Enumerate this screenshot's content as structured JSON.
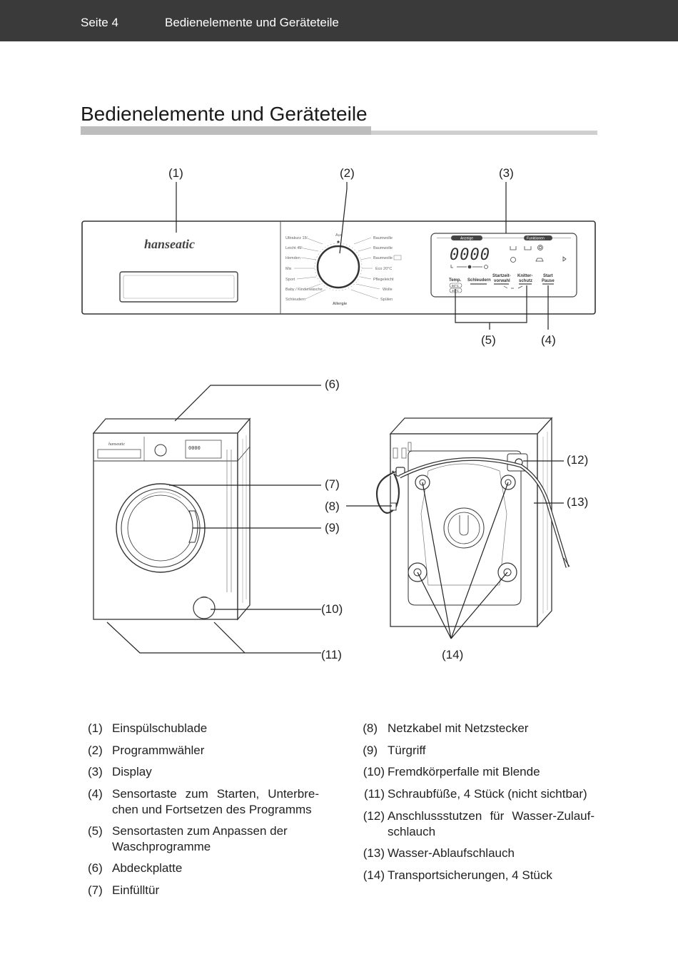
{
  "header": {
    "page_number": "Seite 4",
    "section": "Bedienelemente und Geräteteile"
  },
  "title": "Bedienelemente und Geräteteile",
  "callouts": {
    "c1": "(1)",
    "c2": "(2)",
    "c3": "(3)",
    "c4": "(4)",
    "c5": "(5)",
    "c6": "(6)",
    "c7": "(7)",
    "c8": "(8)",
    "c9": "(9)",
    "c10": "(10)",
    "c11": "(11)",
    "c12": "(12)",
    "c13": "(13)",
    "c14": "(14)"
  },
  "panel": {
    "brand": "hanseatic",
    "program_labels_left": [
      "Ultrakurz 15'",
      "Leicht 45'",
      "Hemden",
      "Mix",
      "Sport",
      "Baby / Kinderwäsche",
      "Schleudern"
    ],
    "program_labels_right": [
      "Baumwolle",
      "Baumwolle",
      "Baumwolle",
      "Eco 20°C",
      "Pflegeleicht",
      "Wolle",
      "Spülen"
    ],
    "dial_top": "Aus",
    "dial_bottom": "Allergie",
    "display_tab_left": "Anzeige",
    "display_tab_right": "Funktionen",
    "display_digits": "0000",
    "buttons": [
      "Temp.",
      "Schleudern",
      "Startzeit-",
      "vorwahl",
      "Knitter-",
      "schutz",
      "Start",
      "Pause"
    ],
    "temp_values": [
      "60°C",
      "40°C"
    ]
  },
  "legend_left": [
    {
      "num": "(1)",
      "text": "Einspülschublade"
    },
    {
      "num": "(2)",
      "text": "Programmwähler"
    },
    {
      "num": "(3)",
      "text": "Display"
    },
    {
      "num": "(4)",
      "text": "Sensortaste zum Starten, Unterbre-chen und Fortsetzen des Programms"
    },
    {
      "num": "(5)",
      "text": "Sensortasten zum Anpassen der Waschprogramme"
    },
    {
      "num": "(6)",
      "text": "Abdeckplatte"
    },
    {
      "num": "(7)",
      "text": "Einfülltür"
    }
  ],
  "legend_right": [
    {
      "num": "(8)",
      "text": "Netzkabel mit Netzstecker"
    },
    {
      "num": "(9)",
      "text": "Türgriff"
    },
    {
      "num": "(10)",
      "text": "Fremdkörperfalle mit Blende"
    },
    {
      "num": "(11)",
      "text": "Schraubfüße, 4 Stück (nicht sichtbar)"
    },
    {
      "num": "(12)",
      "text": "Anschlussstutzen für Wasser-Zulauf-schlauch"
    },
    {
      "num": "(13)",
      "text": "Wasser-Ablaufschlauch"
    },
    {
      "num": "(14)",
      "text": "Transportsicherungen, 4 Stück"
    }
  ]
}
